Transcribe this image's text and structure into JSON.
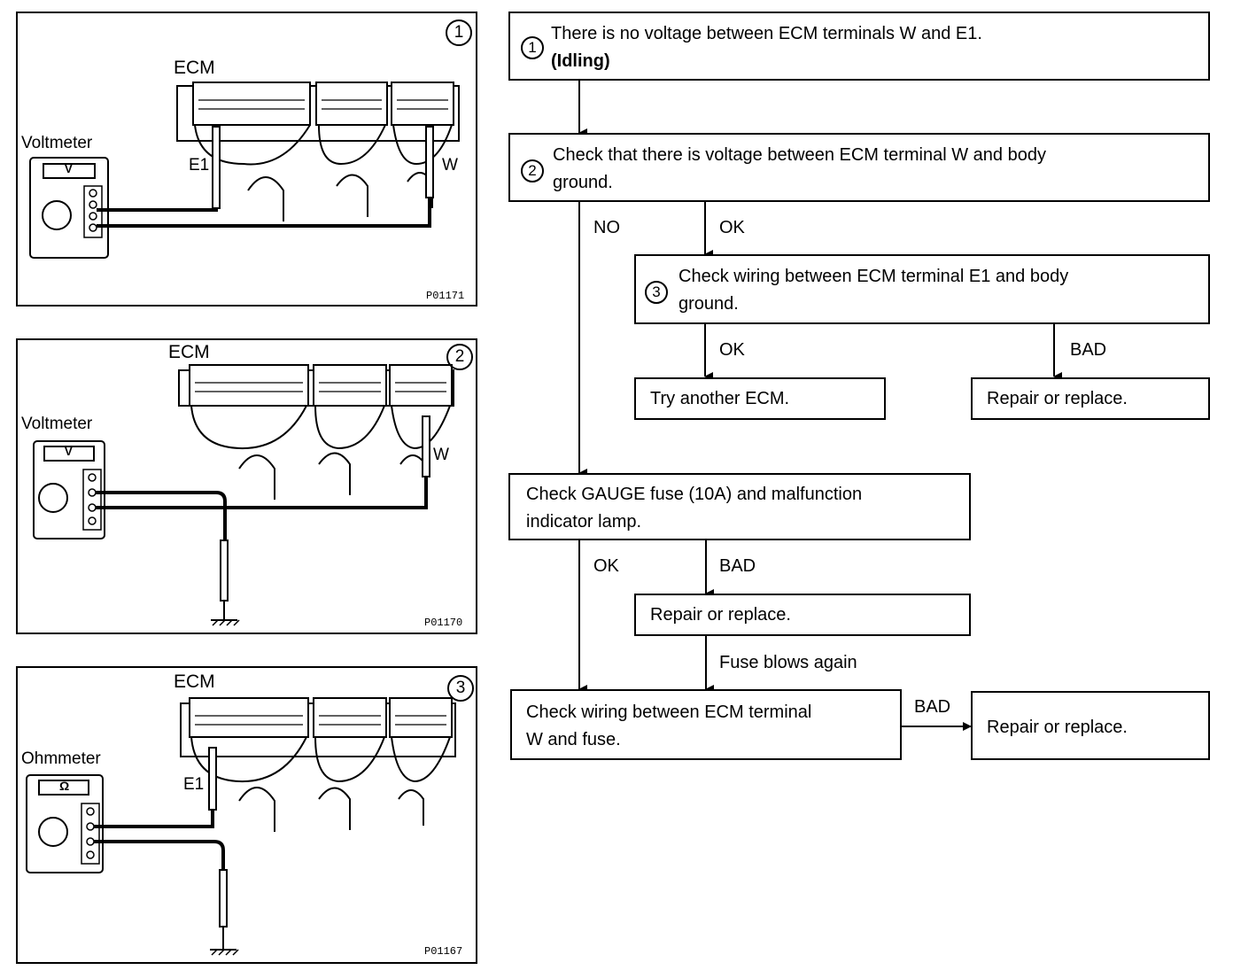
{
  "panels": [
    {
      "number": "1",
      "ecm": "ECM",
      "meter": "Voltmeter",
      "meter_symbol": "V",
      "probe_left": "E1",
      "probe_right": "W",
      "code": "P01171"
    },
    {
      "number": "2",
      "ecm": "ECM",
      "meter": "Voltmeter",
      "meter_symbol": "V",
      "probe_right": "W",
      "code": "P01170"
    },
    {
      "number": "3",
      "ecm": "ECM",
      "meter": "Ohmmeter",
      "meter_symbol": "Ω",
      "probe_left": "E1",
      "code": "P01167"
    }
  ],
  "flow": {
    "step1": {
      "num": "1",
      "line1": "There is no voltage between ECM terminals W and E1.",
      "line2": "(Idling)"
    },
    "step2": {
      "num": "2",
      "line1": "Check that there is voltage between ECM terminal W and body",
      "line2": "ground."
    },
    "step3": {
      "num": "3",
      "line1": "Check wiring between ECM terminal E1 and body",
      "line2": "ground."
    },
    "try_ecm": "Try another ECM.",
    "repair1": "Repair or replace.",
    "gauge": {
      "line1": "Check GAUGE fuse (10A) and malfunction",
      "line2": "indicator lamp."
    },
    "repair2": "Repair or replace.",
    "wiring": {
      "line1": "Check wiring between ECM terminal",
      "line2": "W and fuse."
    },
    "repair3": "Repair or replace.",
    "labels": {
      "no": "NO",
      "ok_a": "OK",
      "ok_b": "OK",
      "bad_a": "BAD",
      "ok_c": "OK",
      "bad_b": "BAD",
      "fuse_blows": "Fuse blows again",
      "bad_c": "BAD"
    }
  }
}
